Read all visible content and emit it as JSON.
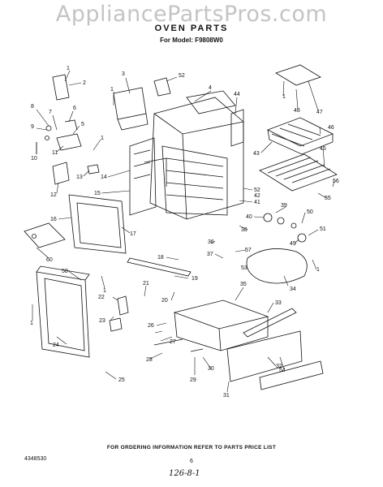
{
  "watermark": "AppliancePartsPros.com",
  "title": "OVEN PARTS",
  "subtitle": "For Model: F9808W0",
  "footer_note": "FOR ORDERING INFORMATION REFER TO PARTS PRICE LIST",
  "doc_number": "4348530",
  "page_number": "6",
  "handwritten": "126-8-1",
  "callouts": [
    {
      "id": "c1a",
      "label": "1"
    },
    {
      "id": "c2",
      "label": "2"
    },
    {
      "id": "c3",
      "label": "3"
    },
    {
      "id": "c1b",
      "label": "1"
    },
    {
      "id": "c52a",
      "label": "52"
    },
    {
      "id": "c4",
      "label": "4"
    },
    {
      "id": "c44",
      "label": "44"
    },
    {
      "id": "c8",
      "label": "8"
    },
    {
      "id": "c7",
      "label": "7"
    },
    {
      "id": "c6",
      "label": "6"
    },
    {
      "id": "c9",
      "label": "9"
    },
    {
      "id": "c5",
      "label": "5"
    },
    {
      "id": "c11",
      "label": "11"
    },
    {
      "id": "c1c",
      "label": "1"
    },
    {
      "id": "c10",
      "label": "10"
    },
    {
      "id": "c13",
      "label": "13"
    },
    {
      "id": "c14",
      "label": "14"
    },
    {
      "id": "c12",
      "label": "12"
    },
    {
      "id": "c15",
      "label": "15"
    },
    {
      "id": "c16",
      "label": "16"
    },
    {
      "id": "c17",
      "label": "17"
    },
    {
      "id": "c60",
      "label": "60"
    },
    {
      "id": "c1d",
      "label": "1"
    },
    {
      "id": "c48",
      "label": "48"
    },
    {
      "id": "c47",
      "label": "47"
    },
    {
      "id": "c46",
      "label": "46"
    },
    {
      "id": "c43",
      "label": "43"
    },
    {
      "id": "c45",
      "label": "45"
    },
    {
      "id": "c56",
      "label": "56"
    },
    {
      "id": "c55",
      "label": "55"
    },
    {
      "id": "c52b",
      "label": "52"
    },
    {
      "id": "c42",
      "label": "42"
    },
    {
      "id": "c41",
      "label": "41"
    },
    {
      "id": "c39",
      "label": "39"
    },
    {
      "id": "c50",
      "label": "50"
    },
    {
      "id": "c40",
      "label": "40"
    },
    {
      "id": "c51",
      "label": "51"
    },
    {
      "id": "c38",
      "label": "38"
    },
    {
      "id": "c36",
      "label": "36"
    },
    {
      "id": "c49",
      "label": "49"
    },
    {
      "id": "c57",
      "label": "57"
    },
    {
      "id": "c37",
      "label": "37"
    },
    {
      "id": "c53",
      "label": "53"
    },
    {
      "id": "c1e",
      "label": "1"
    },
    {
      "id": "c34",
      "label": "34"
    },
    {
      "id": "c58",
      "label": "58"
    },
    {
      "id": "c1f",
      "label": "1"
    },
    {
      "id": "c18",
      "label": "18"
    },
    {
      "id": "c19",
      "label": "19"
    },
    {
      "id": "c21",
      "label": "21"
    },
    {
      "id": "c22",
      "label": "22"
    },
    {
      "id": "c20",
      "label": "20"
    },
    {
      "id": "c35",
      "label": "35"
    },
    {
      "id": "c33",
      "label": "33"
    },
    {
      "id": "c1g",
      "label": "1"
    },
    {
      "id": "c23",
      "label": "23"
    },
    {
      "id": "c26",
      "label": "26"
    },
    {
      "id": "c27",
      "label": "27"
    },
    {
      "id": "c24",
      "label": "24"
    },
    {
      "id": "c28",
      "label": "28"
    },
    {
      "id": "c30",
      "label": "30"
    },
    {
      "id": "c32",
      "label": "32"
    },
    {
      "id": "c29",
      "label": "29"
    },
    {
      "id": "c54",
      "label": "54"
    },
    {
      "id": "c25",
      "label": "25"
    },
    {
      "id": "c31",
      "label": "31"
    }
  ]
}
